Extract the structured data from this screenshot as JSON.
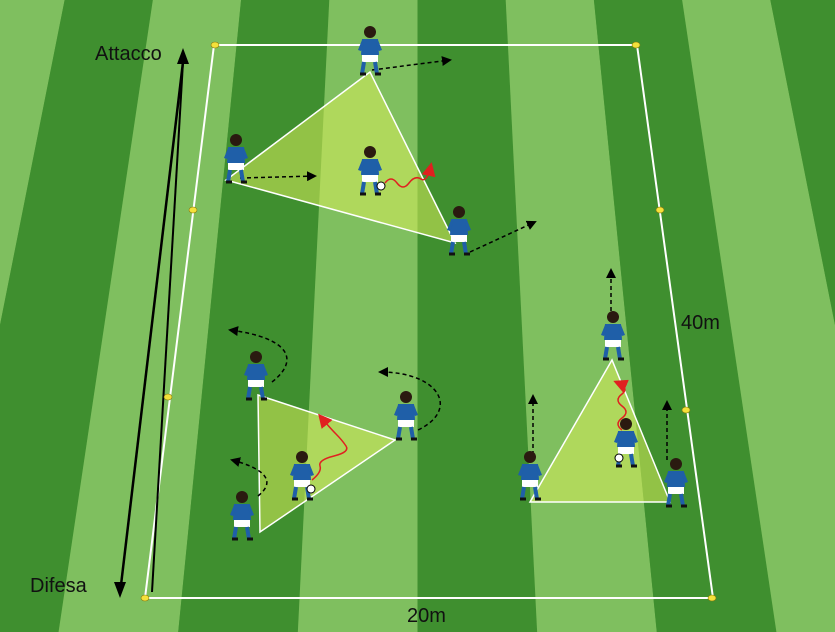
{
  "labels": {
    "attack": "Attacco",
    "defense": "Difesa",
    "length": "40m",
    "width": "20m"
  },
  "colors": {
    "pitch_light": "#7fbf5f",
    "pitch_dark": "#3f8f2f",
    "triangle_fill": "#d7ec5a",
    "pitch_lines": "#ffffff",
    "run_arrow": "#000000",
    "dribble_arrow": "#e02020",
    "cone": "#f4e13a",
    "player_shirt": "#1f5fa8",
    "player_shorts": "#ffffff"
  },
  "icons": [
    "cone-icon",
    "player-icon",
    "ball-icon",
    "arrow-icon"
  ]
}
